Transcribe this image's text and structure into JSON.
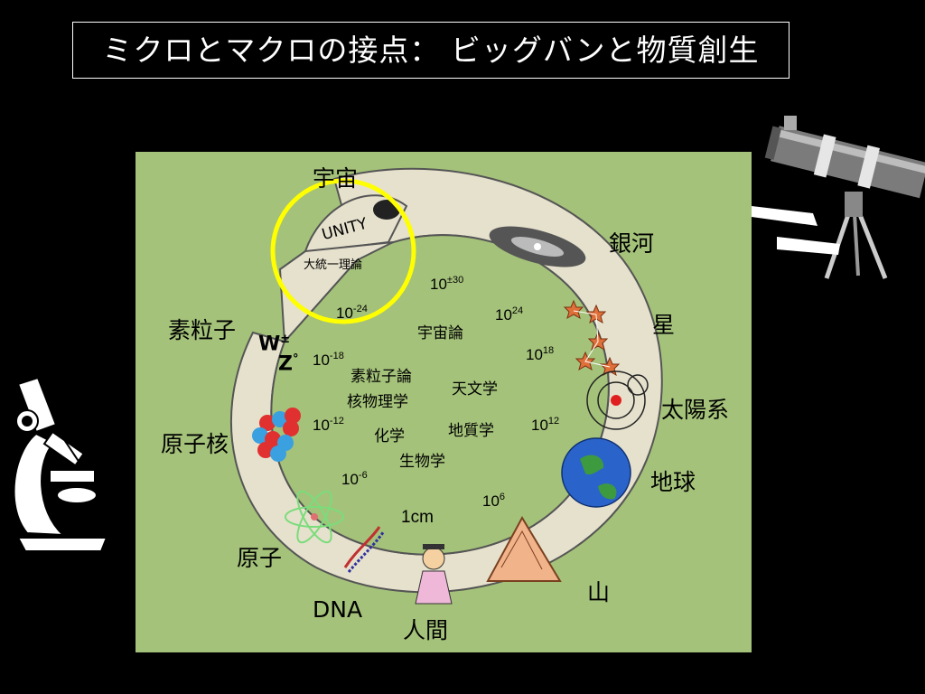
{
  "title": "ミクロとマクロの接点：  ビッグバンと物質創生",
  "labels": {
    "uchuu": "宇宙",
    "ginga": "銀河",
    "hoshi": "星",
    "taiyoukei": "太陽系",
    "chikyuu": "地球",
    "yama": "山",
    "ningen": "人間",
    "dna": "DNA",
    "genshi": "原子",
    "genshikaku": "原子核",
    "soryuushi": "素粒子",
    "unity": "UNITY",
    "daitouitsu": "大統一理論",
    "w_boson": "W",
    "w_sup": "±",
    "z_boson": "Z",
    "z_sup": "°"
  },
  "scales": {
    "s1": {
      "base": "10",
      "exp": "±30"
    },
    "s2": {
      "base": "10",
      "exp": "-24"
    },
    "s3": {
      "base": "10",
      "exp": "24"
    },
    "s4": {
      "base": "10",
      "exp": "-18"
    },
    "s5": {
      "base": "10",
      "exp": "18"
    },
    "s6": {
      "base": "10",
      "exp": "-12"
    },
    "s7": {
      "base": "10",
      "exp": "12"
    },
    "s8": {
      "base": "10",
      "exp": "-6"
    },
    "s9": {
      "base": "10",
      "exp": "6"
    },
    "cm": "1cm"
  },
  "fields": {
    "uchuuron": "宇宙論",
    "soryuushiron": "素粒子論",
    "kakubutsuri": "核物理学",
    "tenmon": "天文学",
    "kagaku": "化学",
    "chishitsu": "地質学",
    "seibutsu": "生物学"
  },
  "colors": {
    "background": "#000000",
    "panel": "#a4c27a",
    "highlight_circle": "#ffff00"
  }
}
